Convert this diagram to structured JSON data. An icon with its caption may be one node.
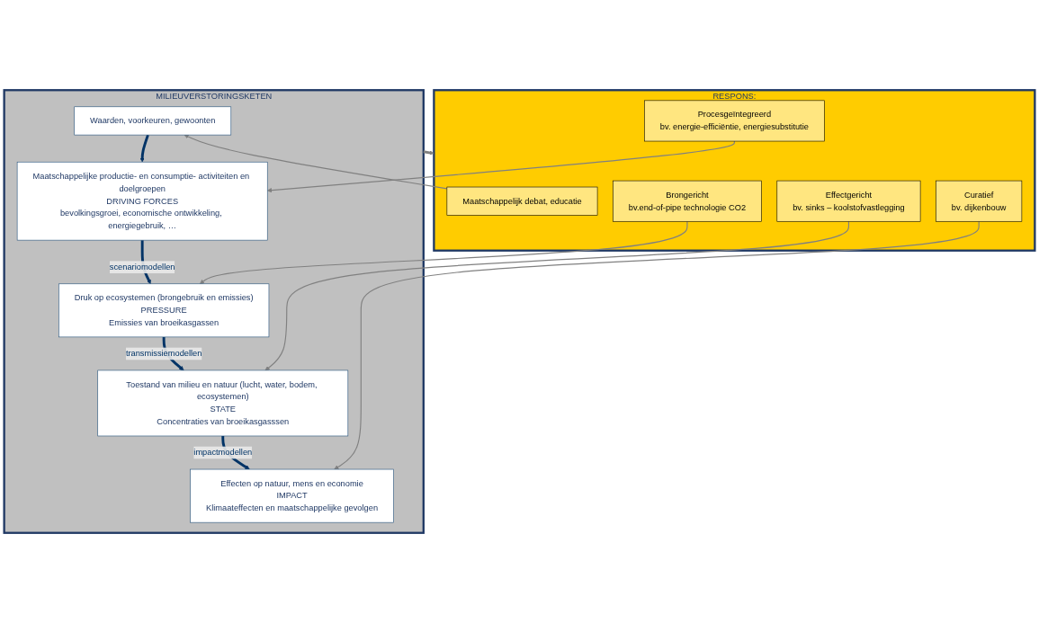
{
  "diagram": {
    "nodes": [
      {
        "text": [
          "MILIEUVERSTORINGSKETEN"
        ]
      },
      {
        "text": [
          "Waarden, voorkeuren, gewoonten"
        ],
        "in": 0
      },
      {
        "text": [
          "Maatschappelijke productie- en consumptie- activiteiten en doelgroepen",
          "DRIVING FORCES",
          "bevolkingsgroei, economische ontwikkeling, energiegebruik, …"
        ],
        "in": 0
      },
      {
        "text": [
          "Druk op ecosystemen (brongebruik en emissies)",
          "PRESSURE",
          "Emissies van broeikasgassen"
        ],
        "in": 0
      },
      {
        "text": [
          "Toestand van milieu en natuur (lucht, water, bodem, ecosystemen)",
          "STATE",
          "Concentraties van broeikasgasssen"
        ],
        "in": 0
      },
      {
        "text": [
          "Effecten op natuur, mens en economie",
          "IMPACT",
          "Klimaateffecten en maatschappelijke gevolgen"
        ],
        "in": 0
      },
      {
        "text": [
          "RESPONS:"
        ]
      },
      {
        "text": [
          "Maatschappelijk debat, educatie"
        ],
        "in": 6
      },
      {
        "text": [
          "Procesgeïntegreerd",
          "bv. energie-efficiëntie, energiesubstitutie"
        ],
        "in": 6
      },
      {
        "text": [
          "Brongericht",
          "bv.end-of-pipe technologie CO2"
        ],
        "in": 6
      },
      {
        "text": [
          "Effectgericht",
          "bv. sinks – koolstofvastlegging"
        ],
        "in": 6
      },
      {
        "text": [
          "Curatief",
          "bv. dijkenbouw"
        ],
        "in": 6
      }
    ],
    "edges": [
      {
        "from": 1,
        "to": 2,
        "arrow": "to",
        "style": "thick",
        "color": "#003366"
      },
      {
        "from": 2,
        "to": 3,
        "arrow": "to",
        "label": "scenariomodellen",
        "style": "thick",
        "color": "#003366"
      },
      {
        "from": 3,
        "to": 4,
        "arrow": "to",
        "label": "transmissiemodellen",
        "style": "thick",
        "color": "#003366"
      },
      {
        "from": 4,
        "to": 5,
        "arrow": "to",
        "label": "impactmodellen",
        "style": "thick",
        "color": "#003366"
      },
      {
        "from": 7,
        "to": 1,
        "arrow": "to"
      },
      {
        "from": 8,
        "to": 2,
        "arrow": "to"
      },
      {
        "from": 9,
        "to": 3,
        "arrow": "to"
      },
      {
        "from": 10,
        "to": 4,
        "arrow": "to"
      },
      {
        "from": 11,
        "to": 5,
        "arrow": "to"
      },
      {
        "from": 0,
        "to": 6,
        "arrow": "to",
        "style": "thick"
      }
    ]
  }
}
